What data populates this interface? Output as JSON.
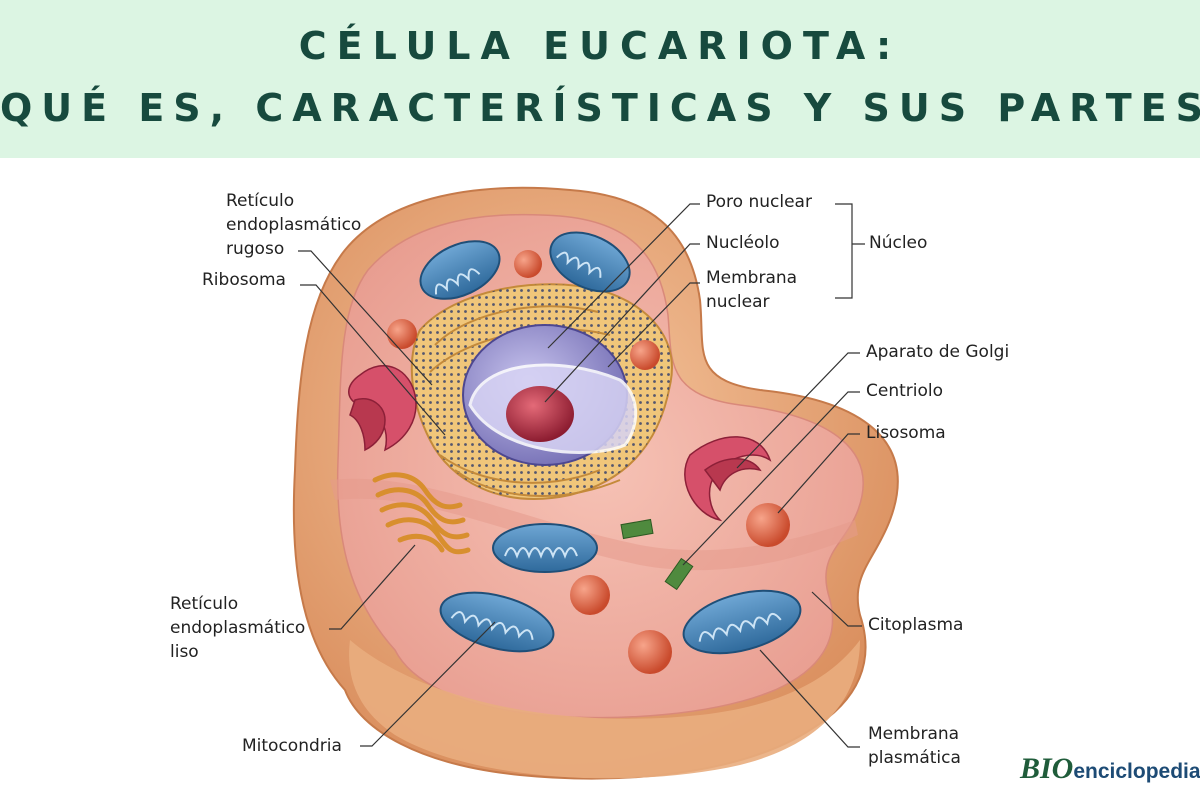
{
  "header": {
    "title_line1": "CÉLULA EUCARIOTA:",
    "title_line2": "QUÉ ES, CARACTERÍSTICAS Y SUS PARTES"
  },
  "labels": {
    "rer": [
      "Retículo",
      "endoplasmático",
      "rugoso"
    ],
    "ribosoma": "Ribosoma",
    "poro_nuclear": "Poro nuclear",
    "nucleolo": "Nucléolo",
    "membrana_nuclear": [
      "Membrana",
      "nuclear"
    ],
    "nucleo": "Núcleo",
    "golgi": "Aparato de Golgi",
    "centriolo": "Centriolo",
    "lisosoma": "Lisosoma",
    "citoplasma": "Citoplasma",
    "rel": [
      "Retículo",
      "endoplasmático",
      "liso"
    ],
    "mitocondria": "Mitocondria",
    "membrana_plasmatica": [
      "Membrana",
      "plasmática"
    ]
  },
  "logo": {
    "brand_initial": "BIO",
    "brand_rest": "enciclopedia"
  },
  "colors": {
    "header_bg": "#dcf5e3",
    "title": "#174a3e",
    "membrane": "#e8a878",
    "cytoplasm": "#f2b5a8",
    "mitochondria": "#4a86b8",
    "lysosome": "#e0603e",
    "nucleus": "#8a84c8"
  }
}
